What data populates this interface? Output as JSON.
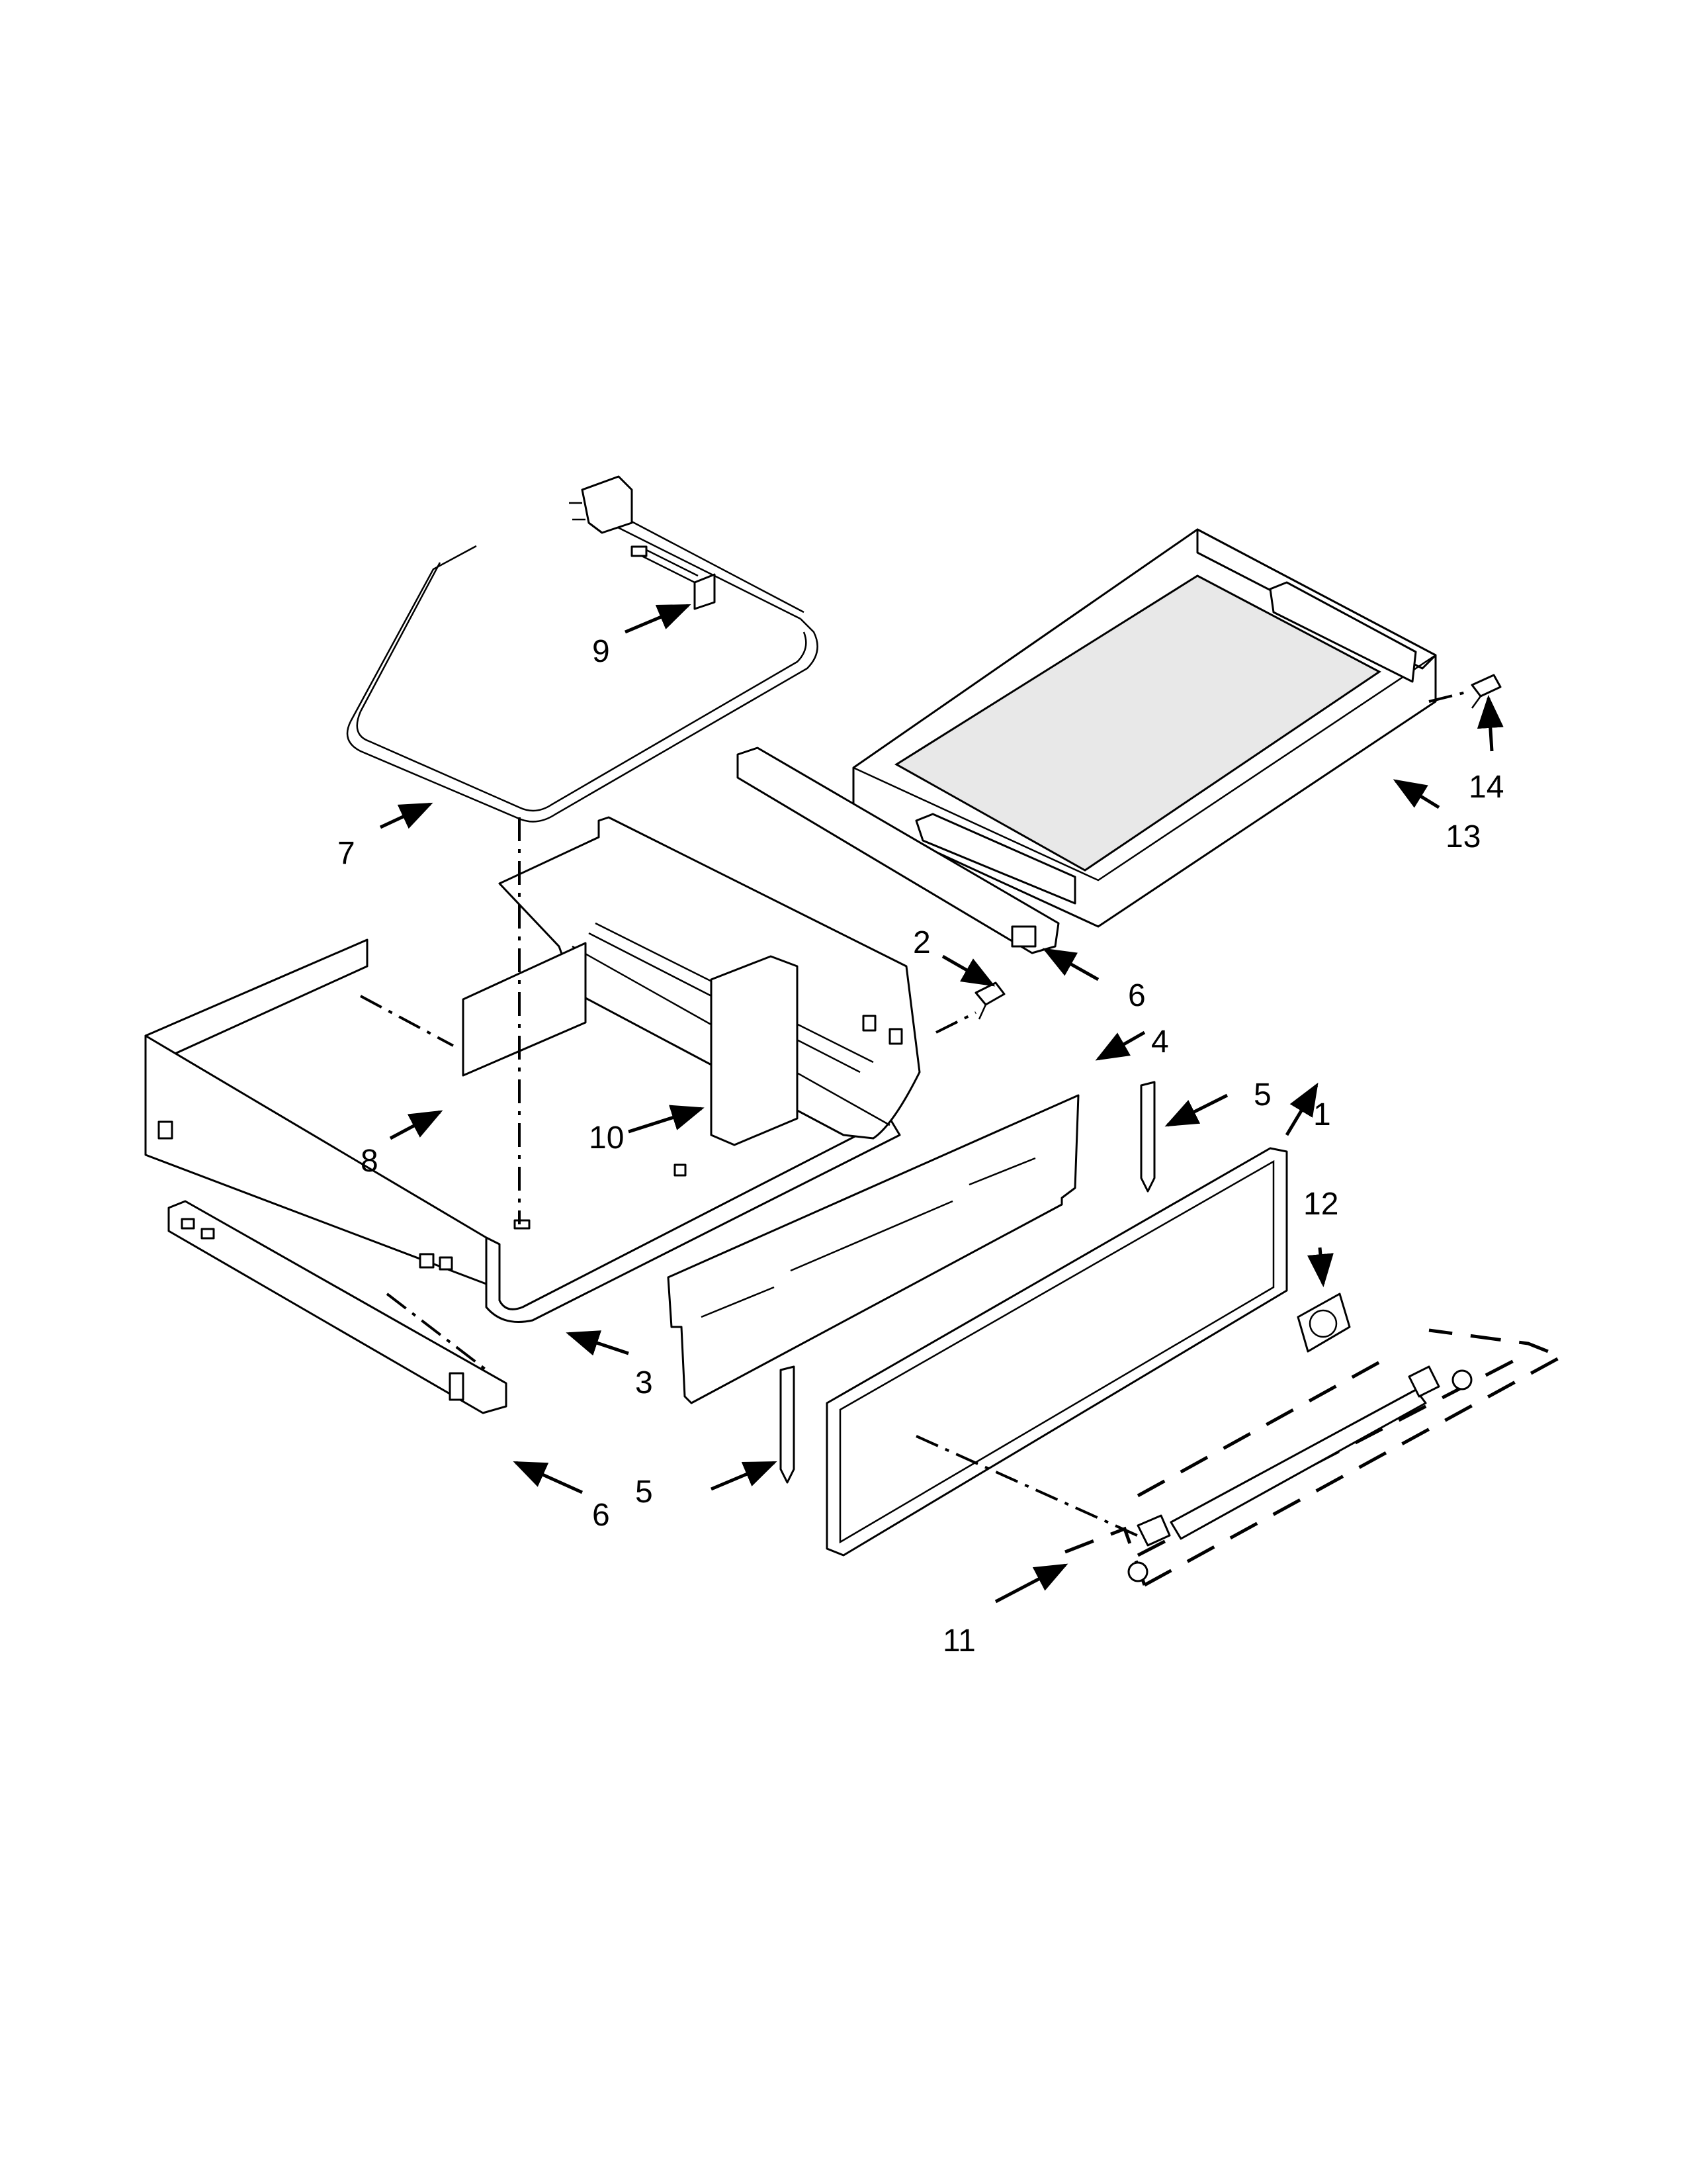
{
  "callouts": {
    "c1": "1",
    "c2": "2",
    "c3": "3",
    "c4": "4",
    "c5a": "5",
    "c5b": "5",
    "c6a": "6",
    "c6b": "6",
    "c7": "7",
    "c8": "8",
    "c9": "9",
    "c10": "10",
    "c11": "11",
    "c12": "12",
    "c13": "13",
    "c14": "14"
  }
}
